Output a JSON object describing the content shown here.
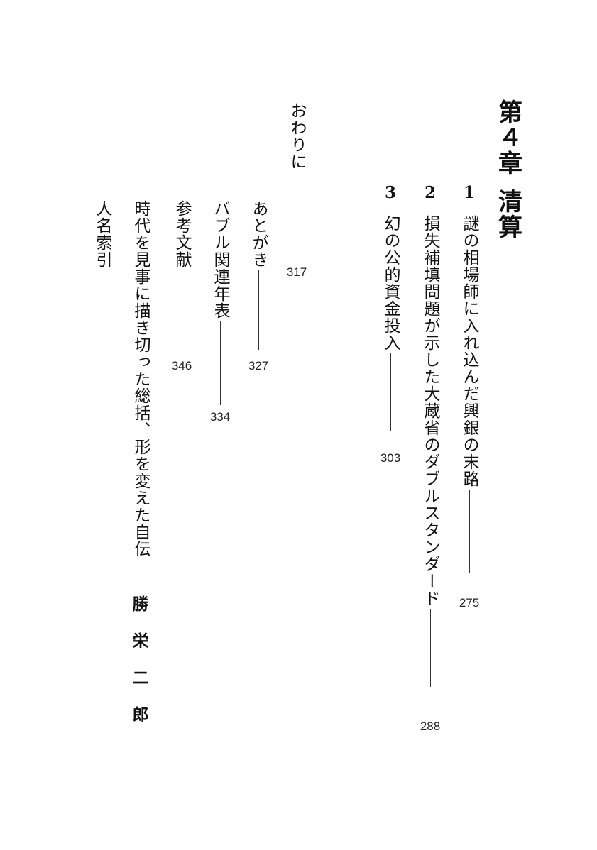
{
  "chapter": {
    "label": "第４章",
    "title": "清算",
    "sections": [
      {
        "num": "1",
        "title": "謎の相場師に入れ込んだ興銀の末路",
        "page": "275"
      },
      {
        "num": "2",
        "title": "損失補填問題が示した大蔵省のダブルスタンダード",
        "page": "288"
      },
      {
        "num": "3",
        "title": "幻の公的資金投入",
        "page": "303"
      }
    ]
  },
  "back_matter": [
    {
      "title": "おわりに",
      "page": "317"
    },
    {
      "title": "あとがき",
      "page": "327"
    },
    {
      "title": "バブル関連年表",
      "page": "334"
    },
    {
      "title": "参考文献",
      "page": "346"
    }
  ],
  "commentary": {
    "title": "時代を見事に描き切った総括、形を変えた自伝",
    "author": [
      "勝",
      "栄",
      "二",
      "郎"
    ]
  },
  "index": {
    "title": "人名索引"
  }
}
